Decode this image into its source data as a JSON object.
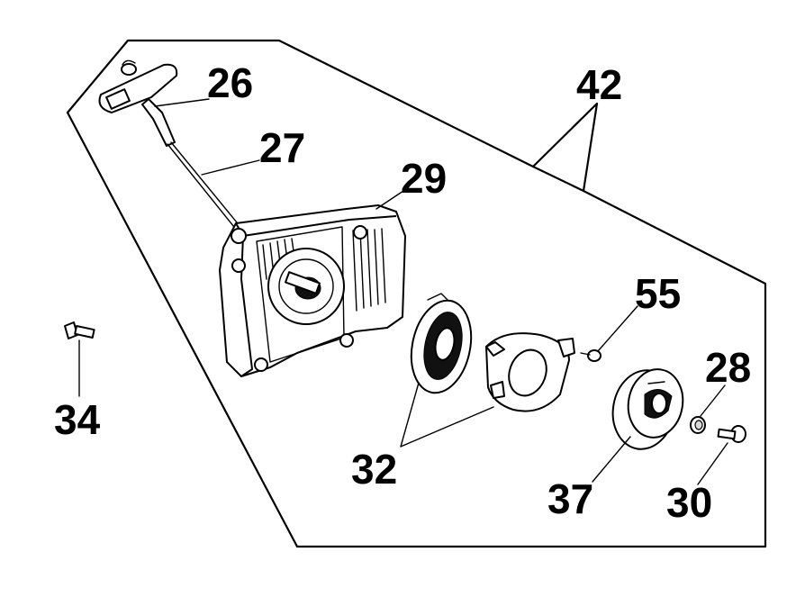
{
  "diagram": {
    "labels": {
      "p26": "26",
      "p27": "27",
      "p29": "29",
      "p42": "42",
      "p55": "55",
      "p34": "34",
      "p28": "28",
      "p32": "32",
      "p37": "37",
      "p30": "30"
    },
    "colors": {
      "line": "#000000",
      "background": "#ffffff"
    }
  }
}
